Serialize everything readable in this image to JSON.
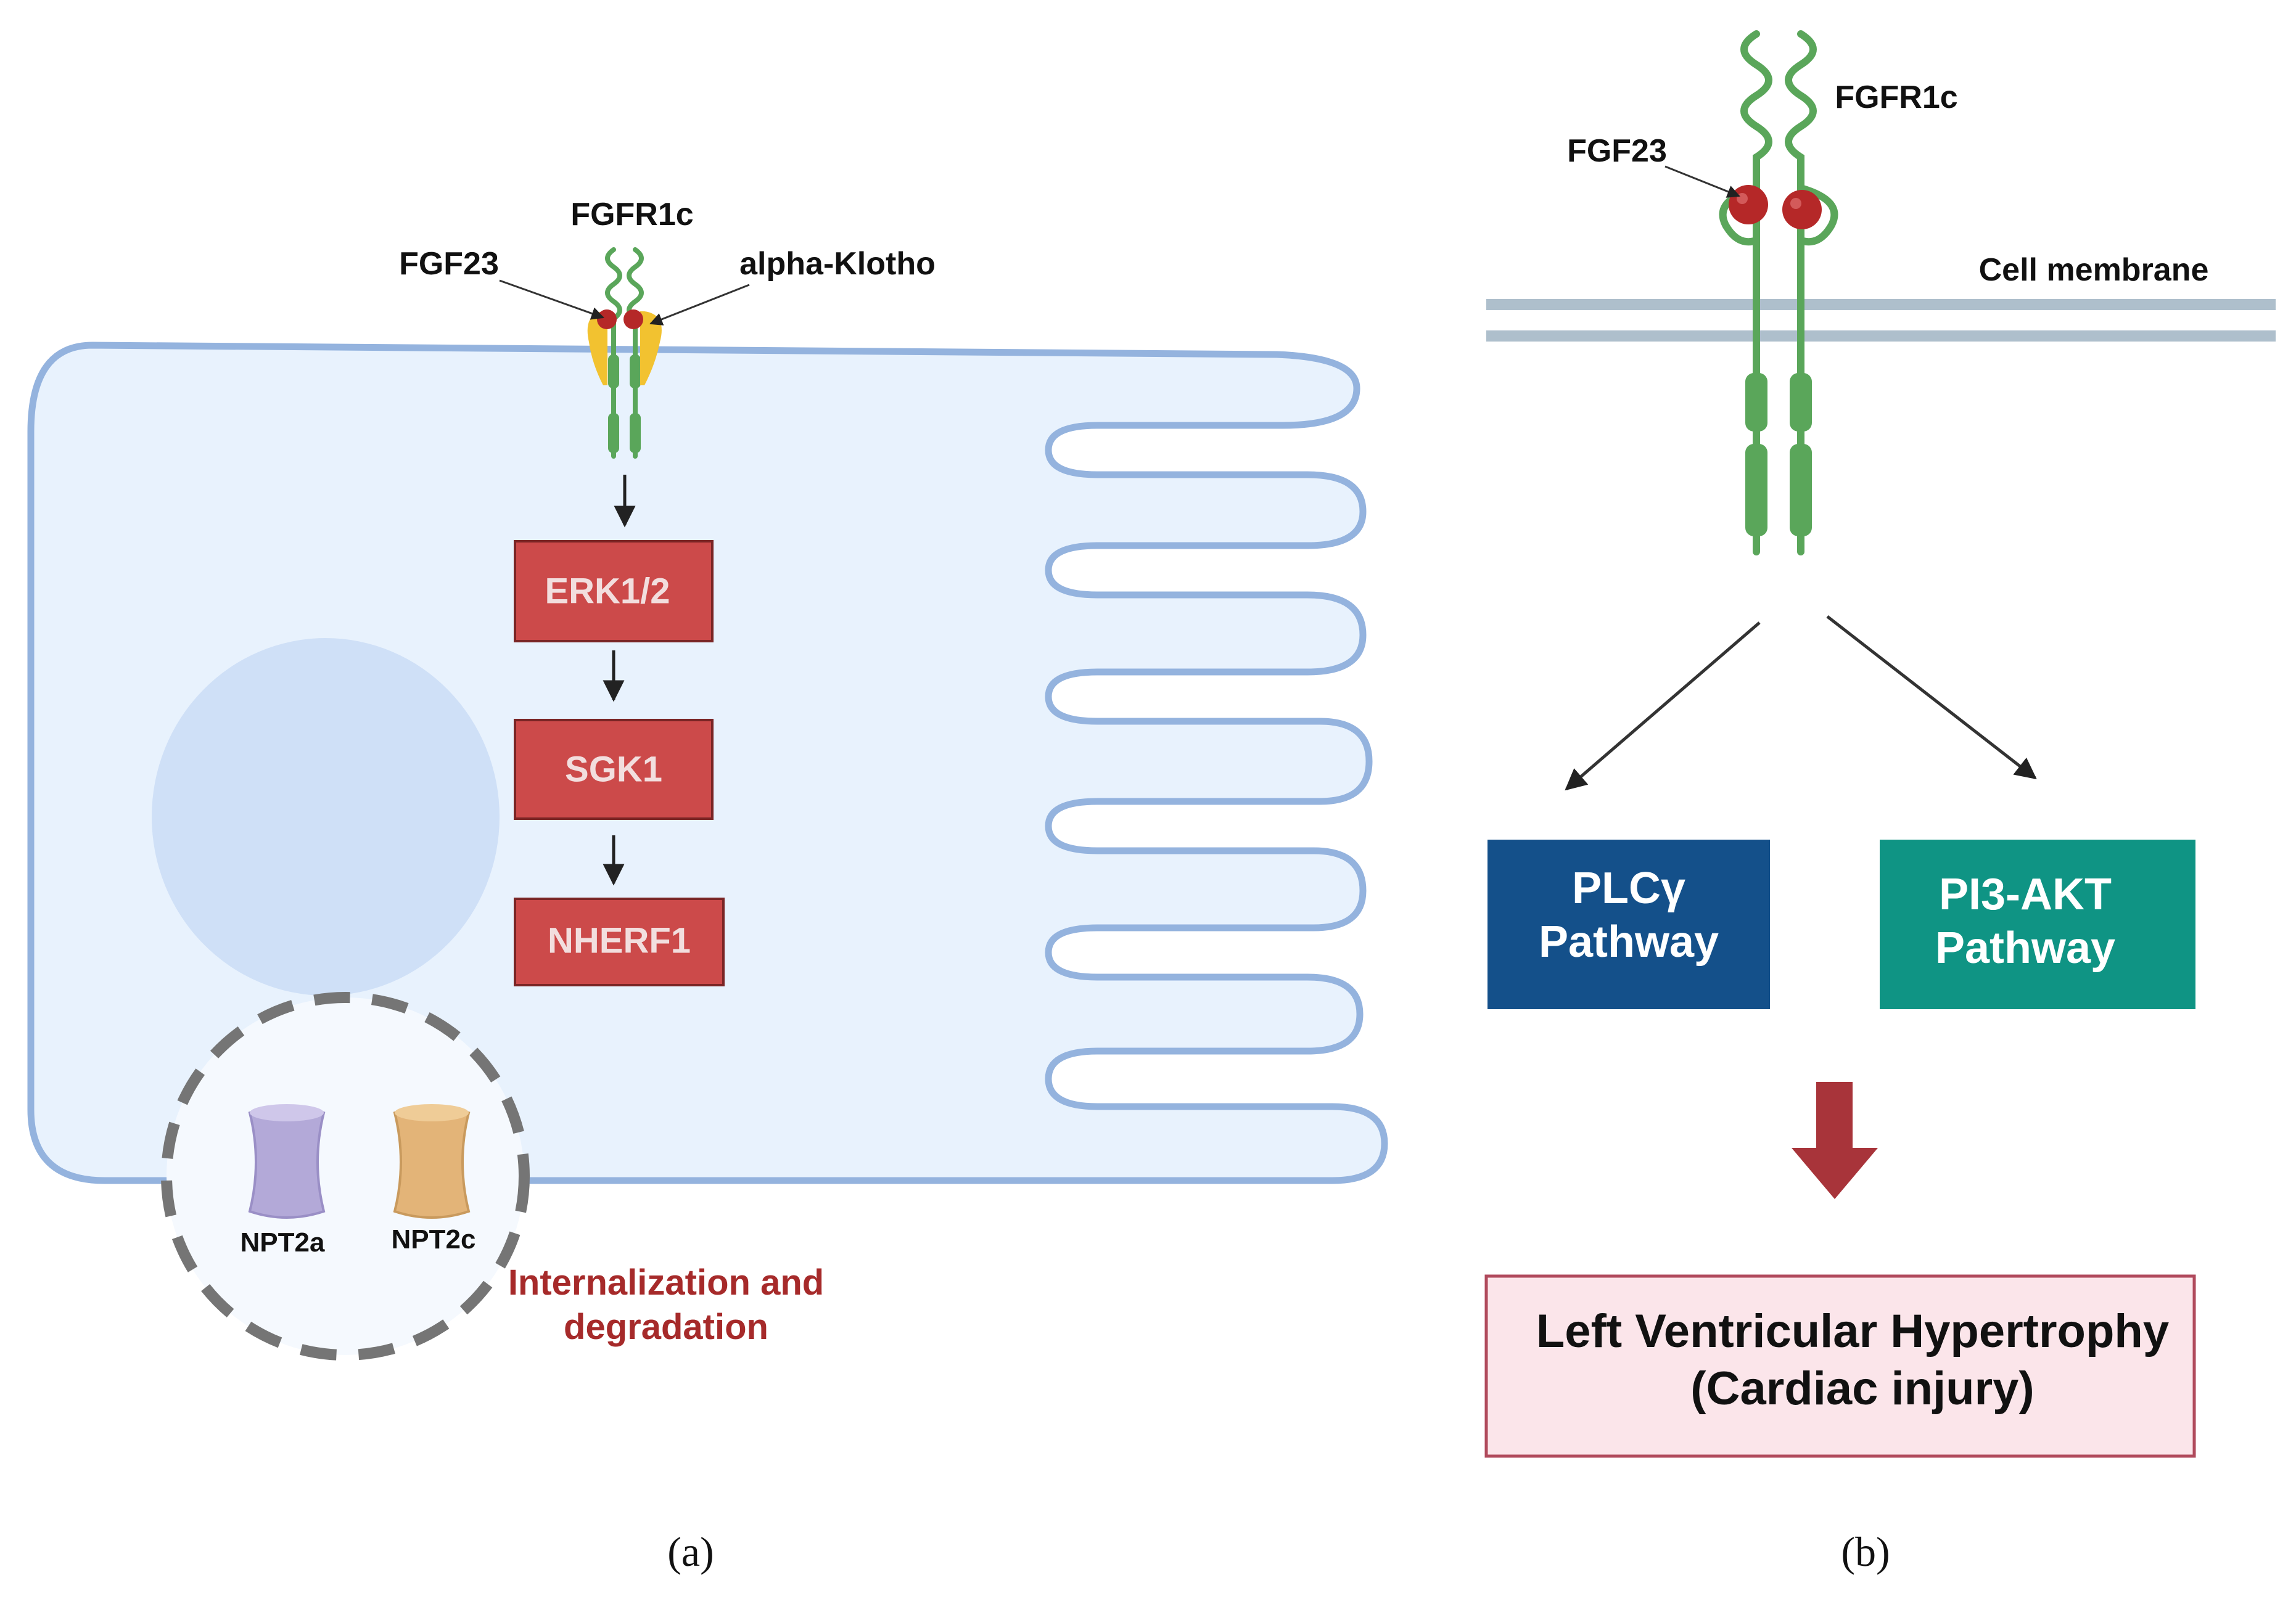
{
  "panel_a": {
    "receptor_label": "FGFR1c",
    "ligand_label": "FGF23",
    "coreceptor_label": "alpha-Klotho",
    "cascade": [
      "ERK1/2",
      "SGK1",
      "NHERF1"
    ],
    "transporters": [
      "NPT2a",
      "NPT2c"
    ],
    "outcome_line1": "Internalization and",
    "outcome_line2": "degradation",
    "caption": "(a)"
  },
  "panel_b": {
    "receptor_label": "FGFR1c",
    "ligand_label": "FGF23",
    "membrane_label": "Cell membrane",
    "pathway_left_line1": "PLCγ",
    "pathway_left_line2": "Pathway",
    "pathway_right_line1": "PI3-AKT",
    "pathway_right_line2": "Pathway",
    "outcome_line1": "Left Ventricular Hypertrophy",
    "outcome_line2": "(Cardiac injury)",
    "caption": "(b)"
  },
  "colors": {
    "cell_fill": "#e8f2fd",
    "cell_outline": "#94b3de",
    "nucleus": "#cfe0f7",
    "receptor_green": "#5aa65a",
    "ligand_red": "#b52828",
    "klotho_yellow": "#f2c230",
    "cascade_box": "#cc4a4a",
    "plc_box": "#14508a",
    "pi3k_box": "#0f9484",
    "outcome_fill": "#fbe5ea",
    "outcome_border": "#b04a5c",
    "down_arrow": "#a8343a",
    "npt2a": "#b3a9d8",
    "npt2c": "#e3b478"
  }
}
